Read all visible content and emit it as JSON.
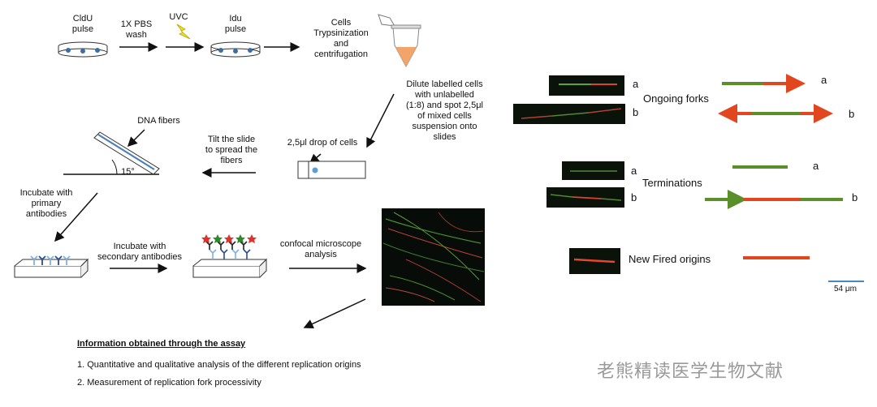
{
  "colors": {
    "green": "#5a8f2a",
    "red": "#e2461e",
    "blue_dot": "#5aa0d8",
    "scale": "#4a86c5",
    "tube_fill": "#f2a46a"
  },
  "steps": {
    "cldu": "CldU\npulse",
    "wash": "1X PBS\nwash",
    "uvc": "UVC",
    "idu": "Idu\npulse",
    "trypsin": "Cells\nTrypsinization\nand\ncentrifugation",
    "dilute": "Dilute labelled cells\nwith unlabelled\n(1:8) and spot 2,5μl\nof mixed cells\nsuspension onto\nslides",
    "drop": "2,5μl drop of cells",
    "tilt": "Tilt the slide\nto spread the\nfibers",
    "dna_fibers": "DNA fibers",
    "angle": "15°",
    "primary": "Incubate with\nprimary\nantibodies",
    "secondary": "Incubate with\nsecondary antibodies",
    "confocal": "confocal microscope\nanalysis"
  },
  "info": {
    "title": "Information obtained through the assay",
    "items": [
      "1.  Quantitative and qualitative analysis of the different replication origins",
      "2.  Measurement of replication fork processivity"
    ]
  },
  "categories": {
    "ongoing": "Ongoing forks",
    "terminations": "Terminations",
    "new_origins": "New Fired origins"
  },
  "markers": {
    "a": "a",
    "b": "b"
  },
  "scale_bar": "54 μm",
  "watermark": "老熊精读医学生物文献"
}
